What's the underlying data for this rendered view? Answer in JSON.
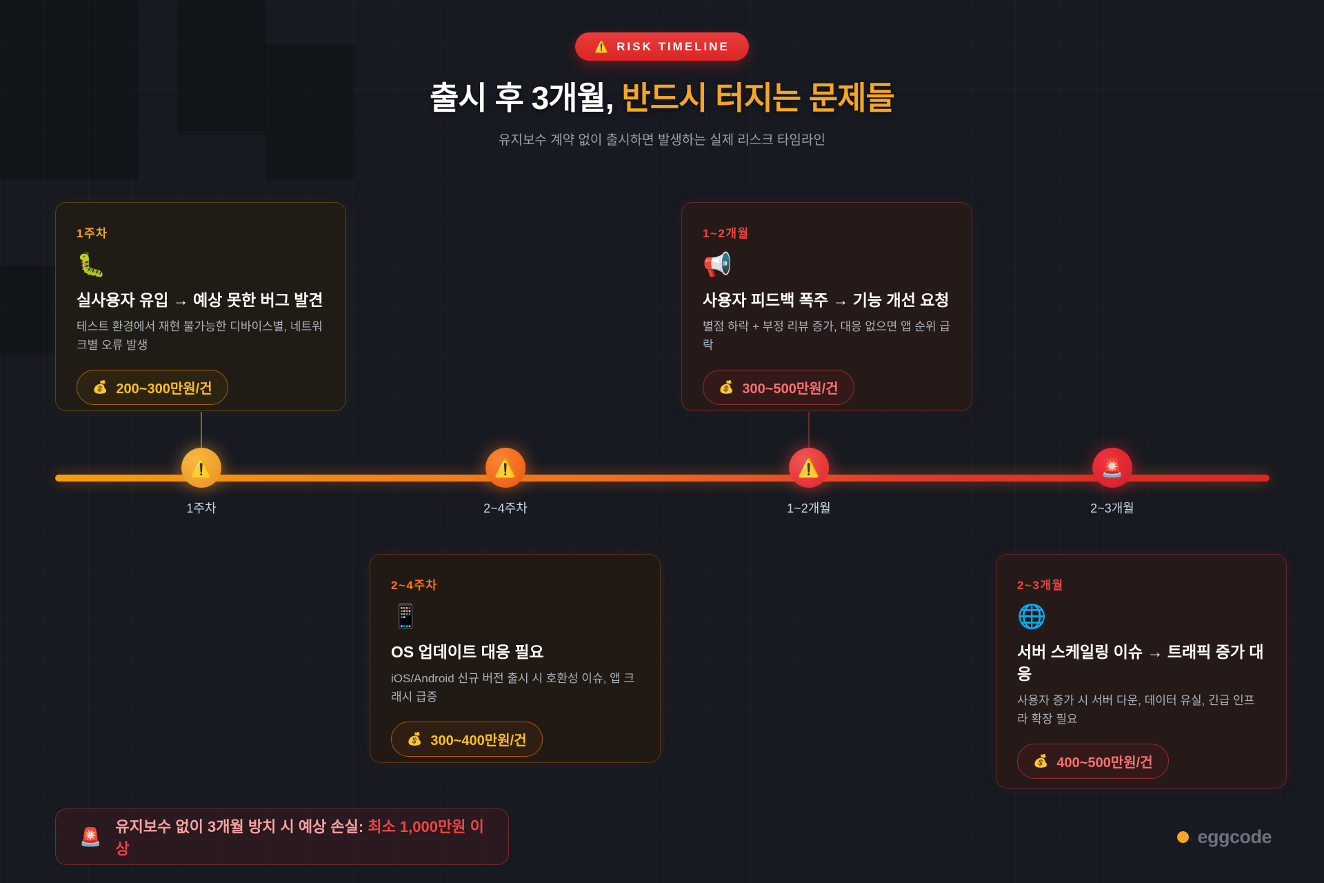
{
  "header": {
    "badge": {
      "icon": "⚠️",
      "label": "RISK TIMELINE",
      "bg_color": "#dc2626"
    },
    "title": {
      "normal": "출시 후 3개월,",
      "accent": "반드시 터지는 문제들",
      "accent_color": "#f5a623"
    },
    "subtitle": "유지보수 계약 없이 출시하면 발생하는 실제 리스크 타임라인"
  },
  "cards": [
    {
      "period": "1주차",
      "icon": "🐛",
      "title": "실사용자 유입 → 예상 못한 버그 발견",
      "description": "테스트 환경에서 재현 불가능한 디바이스별, 네트워크별 오류 발생",
      "cost_icon": "💰",
      "cost": "200~300만원/건",
      "theme_color": "#f5a623"
    },
    {
      "period": "1~2개월",
      "icon": "📢",
      "title": "사용자 피드백 폭주 → 기능 개선 요청",
      "description": "별점 하락 + 부정 리뷰 증가, 대응 없으면 앱 순위 급락",
      "cost_icon": "💰",
      "cost": "300~500만원/건",
      "theme_color": "#ef4444"
    },
    {
      "period": "2~4주차",
      "icon": "📱",
      "title": "OS 업데이트 대응 필요",
      "description": "iOS/Android 신규 버전 출시 시 호환성 이슈, 앱 크래시 급증",
      "cost_icon": "💰",
      "cost": "300~400만원/건",
      "theme_color": "#f97316"
    },
    {
      "period": "2~3개월",
      "icon": "🌐",
      "title": "서버 스케일링 이슈 → 트래픽 증가 대응",
      "description": "사용자 증가 시 서버 다운, 데이터 유실, 긴급 인프라 확장 필요",
      "cost_icon": "💰",
      "cost": "400~500만원/건",
      "theme_color": "#ef4444"
    }
  ],
  "timeline": {
    "bar_gradient": [
      "#f59e0b",
      "#dc2626"
    ],
    "markers": [
      {
        "icon": "⚠️",
        "label": "1주차",
        "color": "#f0a13a"
      },
      {
        "icon": "⚠️",
        "label": "2~4주차",
        "color": "#f97316"
      },
      {
        "icon": "⚠️",
        "label": "1~2개월",
        "color": "#ef4444"
      },
      {
        "icon": "🚨",
        "label": "2~3개월",
        "color": "#e1232e"
      }
    ]
  },
  "footer": {
    "warning": {
      "icon": "🚨",
      "text": "유지보수 없이 3개월 방치 시 예상 손실: ",
      "highlight": "최소 1,000만원 이상",
      "highlight_color": "#ef4444"
    },
    "brand": {
      "name": "eggcode",
      "dot_color": "#f5a623"
    }
  }
}
